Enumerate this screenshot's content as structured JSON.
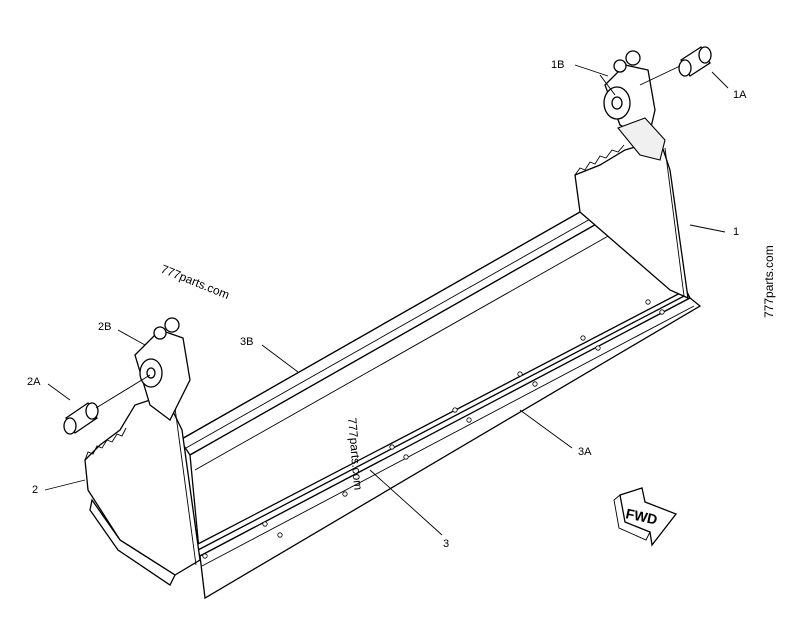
{
  "callouts": {
    "c1": "1",
    "c1a": "1A",
    "c1b": "1B",
    "c2": "2",
    "c2a": "2A",
    "c2b": "2B",
    "c3": "3",
    "c3a": "3A",
    "c3b": "3B"
  },
  "watermarks": {
    "top_left": "777parts.com",
    "center": "777parts.com",
    "right": "777parts.com"
  },
  "direction": {
    "label": "FWD"
  }
}
